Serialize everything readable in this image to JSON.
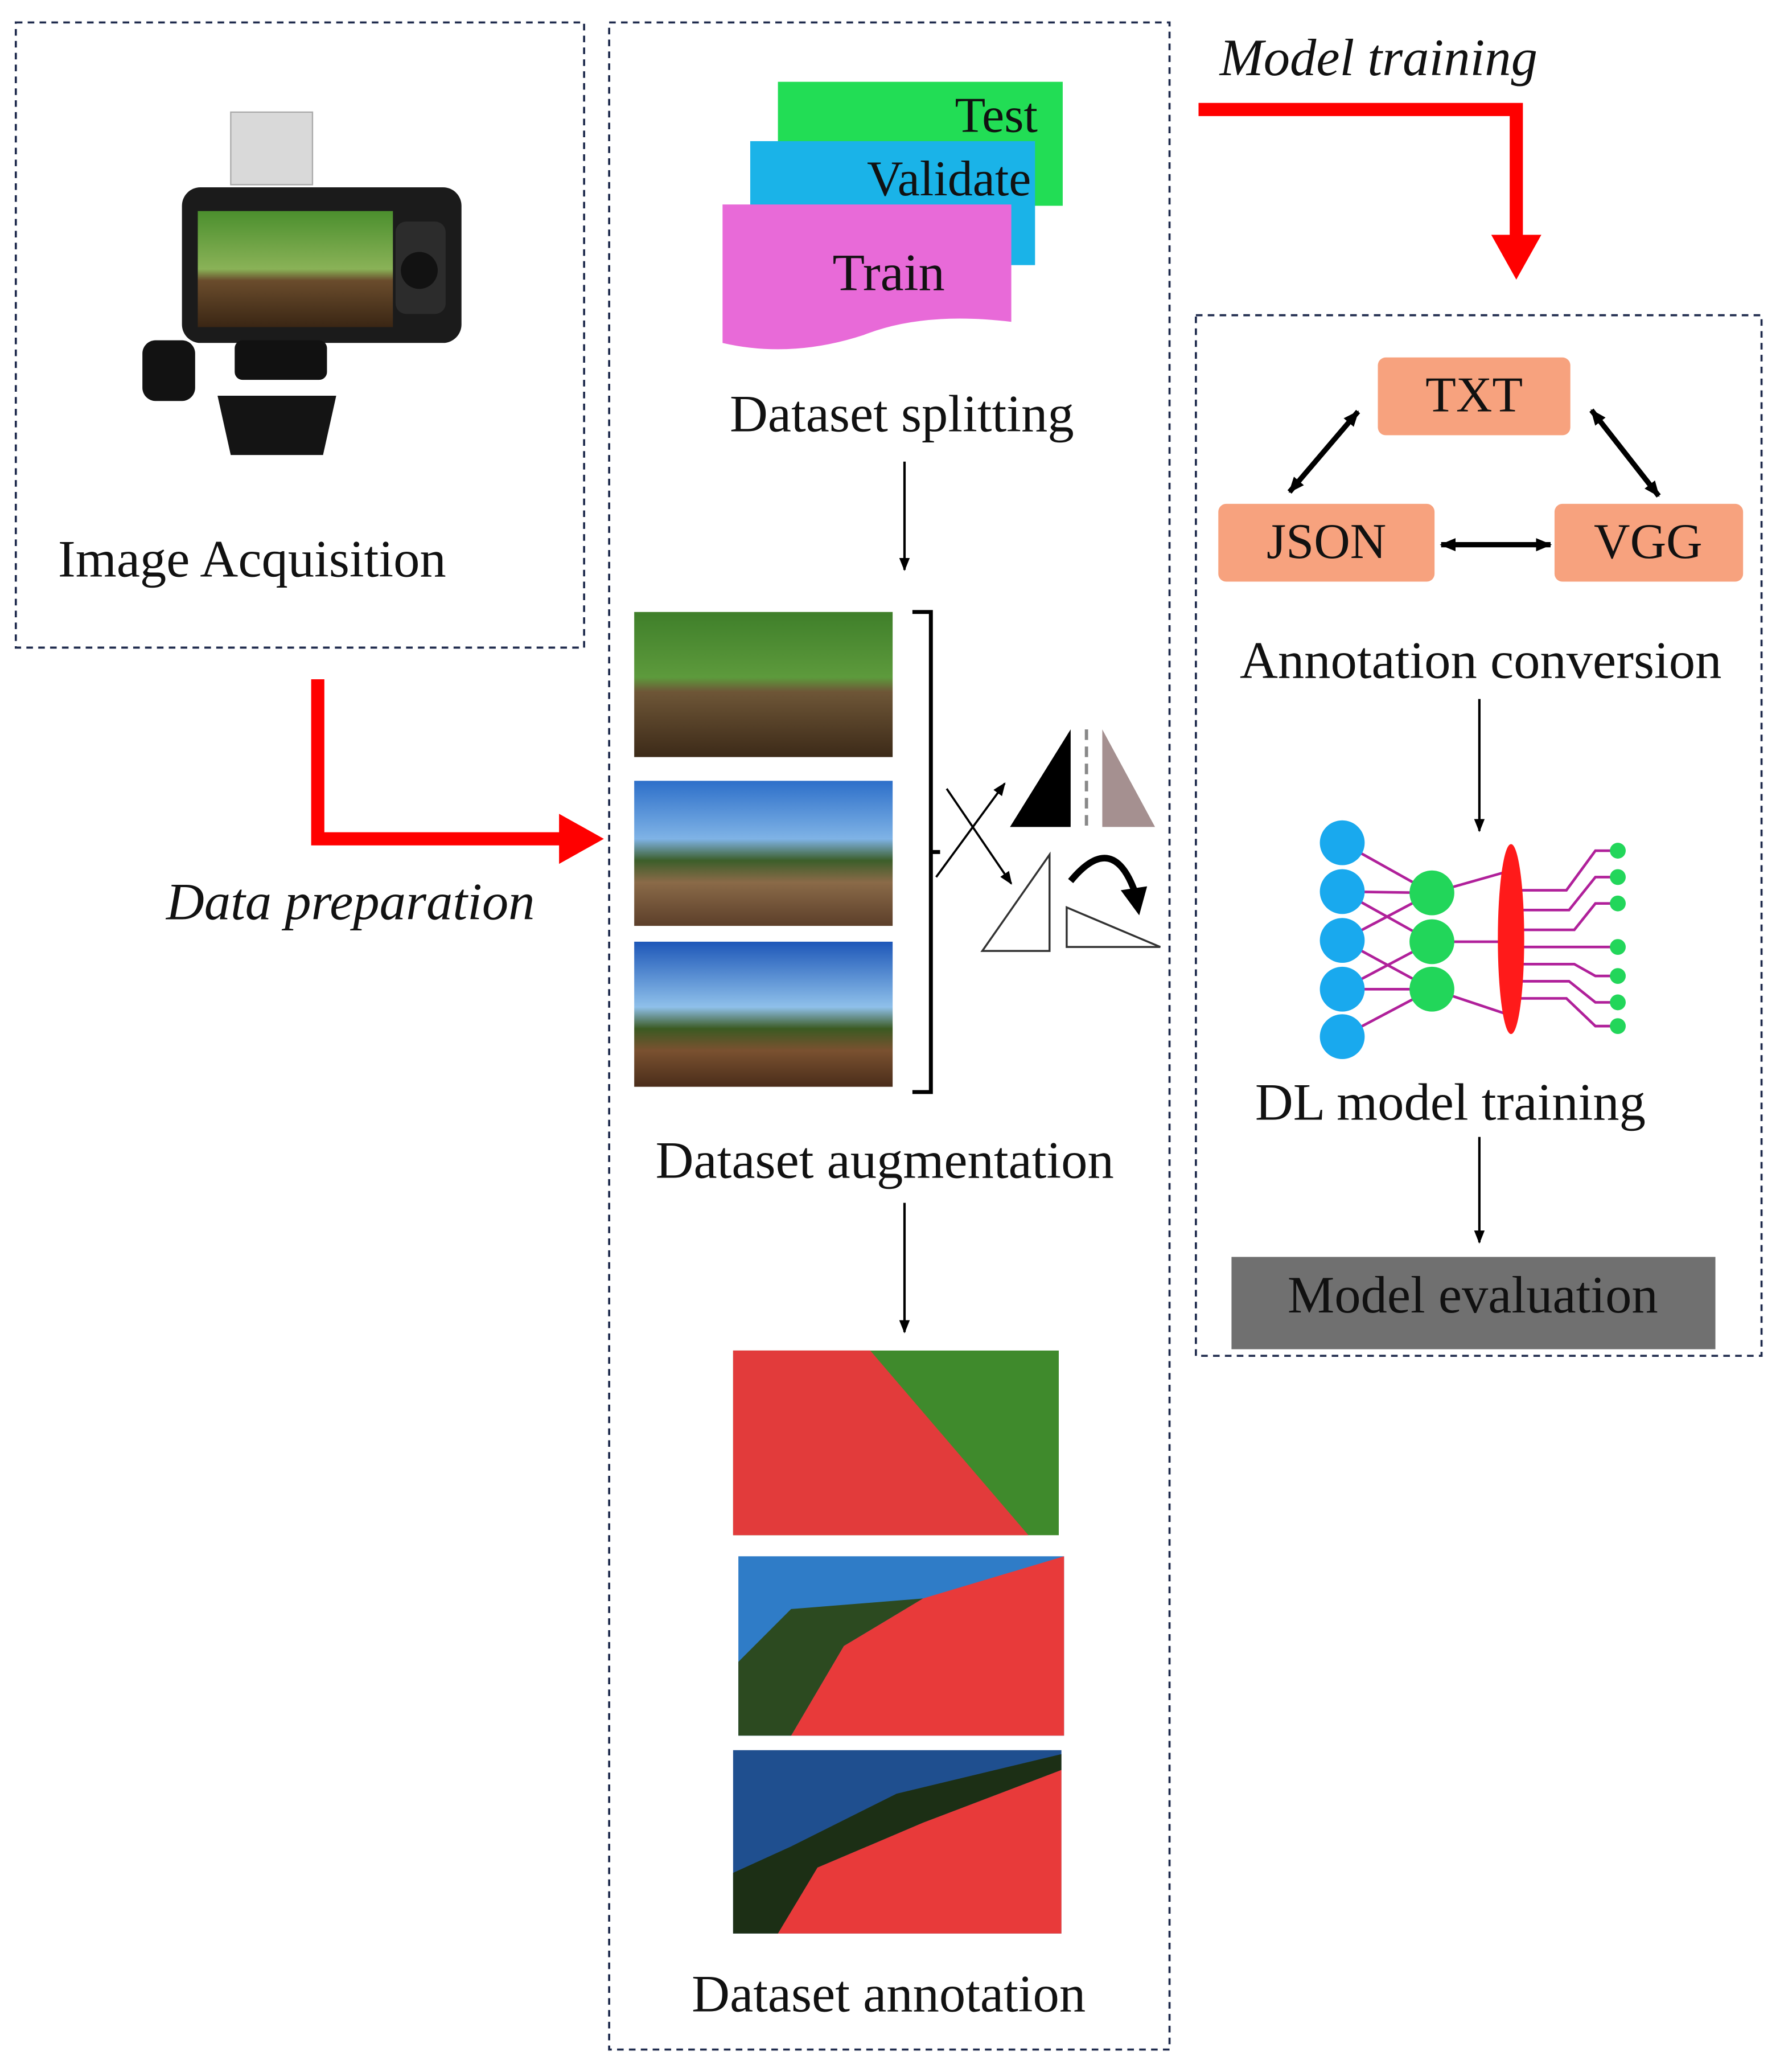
{
  "stages": {
    "acquisition_label": "Image Acquisition",
    "splitting_label": "Dataset splitting",
    "augmentation_label": "Dataset augmentation",
    "annotation_label": "Dataset annotation",
    "conversion_label": "Annotation conversion",
    "training_label": "DL model training",
    "evaluation_label": "Model evaluation"
  },
  "phases": {
    "data_preparation": "Data preparation",
    "model_training": "Model training"
  },
  "split_sheets": {
    "test": "Test",
    "validate": "Validate",
    "train": "Train"
  },
  "formats": {
    "txt": "TXT",
    "json": "JSON",
    "vgg": "VGG"
  },
  "colors": {
    "flow_arrow": "#ff0000",
    "test_sheet": "#22dd55",
    "validate_sheet": "#1ab3e8",
    "train_sheet": "#e86ad8",
    "format_box": "#f7a27e",
    "evaluation_box": "#707070",
    "input_neuron": "#19a9ee",
    "hidden_neuron": "#22d65a",
    "output_layer": "#ff1a1a",
    "connection": "#b0209a"
  },
  "icons": {
    "camera": "camera-icon",
    "flip": "flip-icon",
    "rotate": "rotate-icon",
    "network": "neural-network-icon"
  }
}
